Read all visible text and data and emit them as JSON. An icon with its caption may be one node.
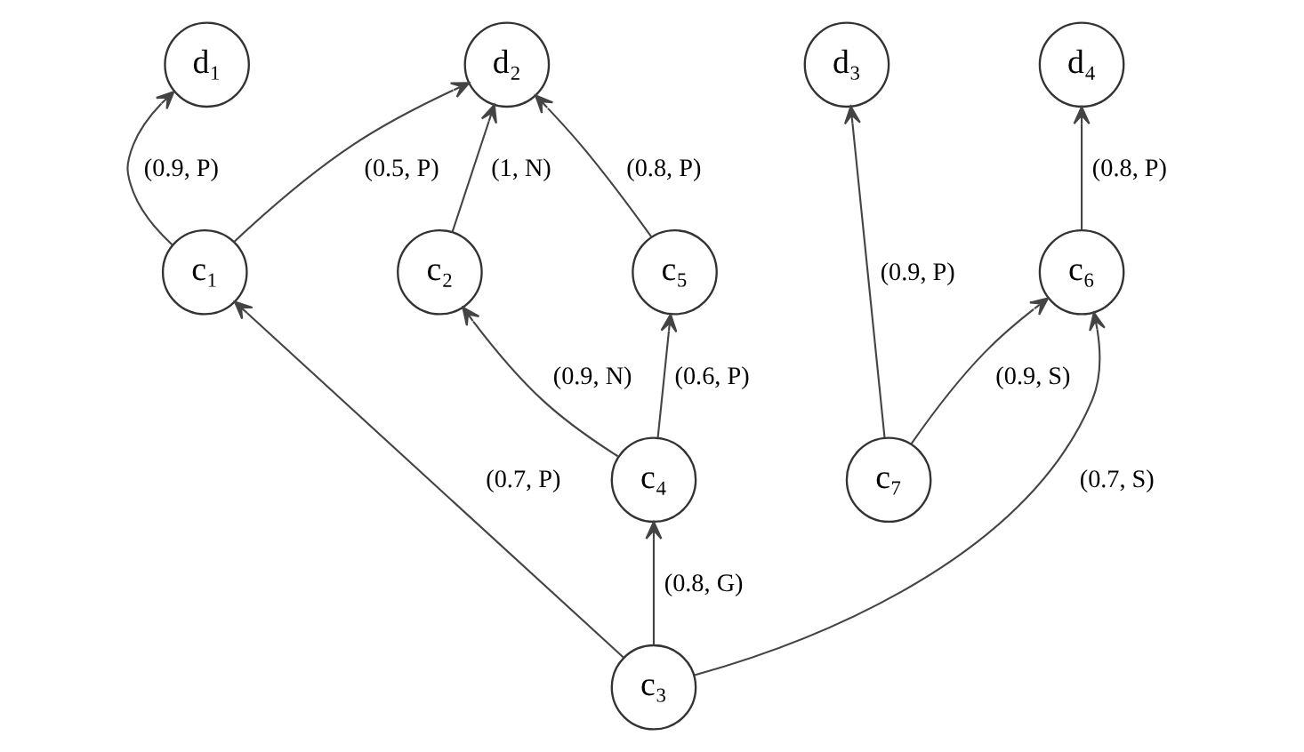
{
  "diagram": {
    "nodes": [
      {
        "text": [
          "d₁"
        ]
      },
      {
        "text": [
          "d₂"
        ]
      },
      {
        "text": [
          "d₃"
        ]
      },
      {
        "text": [
          "d₄"
        ]
      },
      {
        "text": [
          "c₁"
        ]
      },
      {
        "text": [
          "c₂"
        ]
      },
      {
        "text": [
          "c₅"
        ]
      },
      {
        "text": [
          "c₆"
        ]
      },
      {
        "text": [
          "c₄"
        ]
      },
      {
        "text": [
          "c₇"
        ]
      },
      {
        "text": [
          "c₃"
        ]
      }
    ],
    "edges": [
      {
        "from": 4,
        "to": 0,
        "arrow": "to",
        "label": "(0.9, P)"
      },
      {
        "from": 4,
        "to": 1,
        "arrow": "to",
        "label": "(0.5, P)"
      },
      {
        "from": 5,
        "to": 1,
        "arrow": "to",
        "label": "(1, N)"
      },
      {
        "from": 6,
        "to": 1,
        "arrow": "to",
        "label": "(0.8, P)"
      },
      {
        "from": 8,
        "to": 5,
        "arrow": "to",
        "label": "(0.9, N)"
      },
      {
        "from": 8,
        "to": 6,
        "arrow": "to",
        "label": "(0.6, P)"
      },
      {
        "from": 10,
        "to": 8,
        "arrow": "to",
        "label": "(0.8, G)"
      },
      {
        "from": 10,
        "to": 4,
        "arrow": "to",
        "label": "(0.7, P)"
      },
      {
        "from": 10,
        "to": 7,
        "arrow": "to",
        "label": "(0.7, S)"
      },
      {
        "from": 9,
        "to": 2,
        "arrow": "to",
        "label": "(0.9, P)"
      },
      {
        "from": 9,
        "to": 7,
        "arrow": "to",
        "label": "(0.9, S)"
      },
      {
        "from": 7,
        "to": 3,
        "arrow": "to",
        "label": "(0.8, P)"
      }
    ]
  }
}
